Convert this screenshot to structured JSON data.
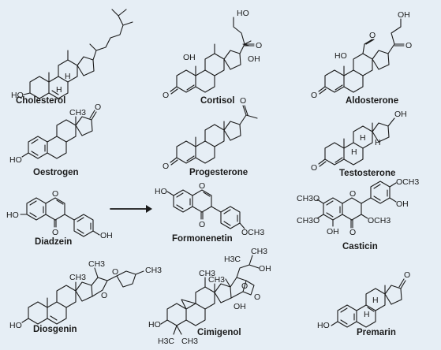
{
  "colors": {
    "background": "#e6eef5",
    "ink": "#1a1a1a"
  },
  "molecules": {
    "cholesterol": {
      "name": "Cholesterol",
      "atoms": {
        "ho": "HO",
        "h1": "H",
        "h2": "H"
      }
    },
    "cortisol": {
      "name": "Cortisol",
      "atoms": {
        "ho_top": "HO",
        "o_keto": "O",
        "oh_ring": "OH",
        "oh_c17": "OH",
        "o_left": "O"
      }
    },
    "aldosterone": {
      "name": "Aldosterone",
      "atoms": {
        "oh_top": "OH",
        "o_ald": "O",
        "o_keto": "O",
        "ho_ring": "HO",
        "o_left": "O"
      }
    },
    "oestrogen": {
      "name": "Oestrogen",
      "atoms": {
        "ch3": "CH3",
        "o": "O",
        "ho": "HO"
      }
    },
    "progesterone": {
      "name": "Progesterone",
      "atoms": {
        "o_left": "O",
        "o_keto": "O"
      }
    },
    "testosterone": {
      "name": "Testosterone",
      "atoms": {
        "o_left": "O",
        "oh": "OH",
        "h1": "H",
        "h2": "H",
        "h3": "H"
      }
    },
    "diadzein": {
      "name": "Diadzein",
      "atoms": {
        "ho": "HO",
        "o_ring": "O",
        "o_keto": "O",
        "oh": "OH"
      }
    },
    "formononetin": {
      "name": "Formonenetin",
      "atoms": {
        "ho": "HO",
        "o_ring": "O",
        "o_keto": "O",
        "och3": "OCH3"
      }
    },
    "casticin": {
      "name": "Casticin",
      "atoms": {
        "och3_top": "OCH3",
        "oh_right": "OH",
        "ch3o_1": "CH3O",
        "ch3o_2": "CH3O",
        "o_ring": "O",
        "och3_mid": "OCH3",
        "oh_bottom": "OH",
        "o_keto": "O"
      }
    },
    "diosgenin": {
      "name": "Diosgenin",
      "atoms": {
        "ch3_a": "CH3",
        "ch3_b": "CH3",
        "ch3_c": "CH3",
        "o1": "O",
        "o2": "O",
        "ho": "HO"
      }
    },
    "cimigenol": {
      "name": "Cimigenol",
      "atoms": {
        "ch3_a": "CH3",
        "h3c_top": "H3C",
        "ch3_b": "CH3",
        "oh_top": "OH",
        "ch3_c": "CH3",
        "o1": "O",
        "o2": "O",
        "ho": "HO",
        "oh_bottom": "OH",
        "h3c_a": "H3C",
        "ch3_d": "CH3"
      }
    },
    "premarin": {
      "name": "Premarin",
      "atoms": {
        "o": "O",
        "ho": "HO",
        "h1": "H",
        "h2": "H"
      }
    }
  }
}
